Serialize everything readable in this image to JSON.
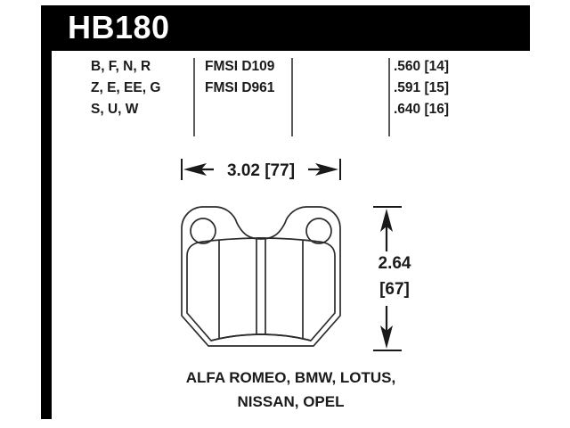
{
  "header": {
    "part_number": "HB180"
  },
  "spec_table": {
    "compound_codes": [
      "B, F, N, R",
      "Z, E, EE, G",
      "S, U, W"
    ],
    "fmsi_numbers": [
      "FMSI D109",
      "FMSI D961"
    ],
    "thicknesses": [
      ".560 [14]",
      ".591 [15]",
      ".640 [16]"
    ]
  },
  "dimensions": {
    "width_label": "3.02 [77]",
    "height_label_line1": "2.64",
    "height_label_line2": "[67]"
  },
  "applications": {
    "line1": "ALFA ROMEO, BMW, LOTUS,",
    "line2": "NISSAN, OPEL"
  },
  "colors": {
    "ink": "#1a1a1a",
    "frame": "#000000",
    "paper": "#ffffff",
    "divider": "#555a5e",
    "outline": "#2b2b2b"
  }
}
